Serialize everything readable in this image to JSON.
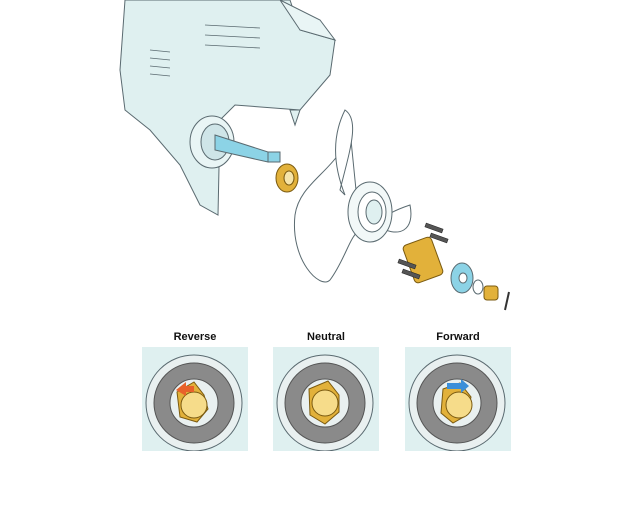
{
  "panels": [
    {
      "label": "Reverse",
      "arrow_color": "#e8622a"
    },
    {
      "label": "Neutral"
    },
    {
      "label": "Forward",
      "arrow_color": "#3b8fd9"
    }
  ],
  "colors": {
    "housing": "#dff0f0",
    "outline": "#5a6a70",
    "brass": "#e2b13a",
    "ring": "#8a8a8a",
    "shaft": "#8cd3e6"
  }
}
